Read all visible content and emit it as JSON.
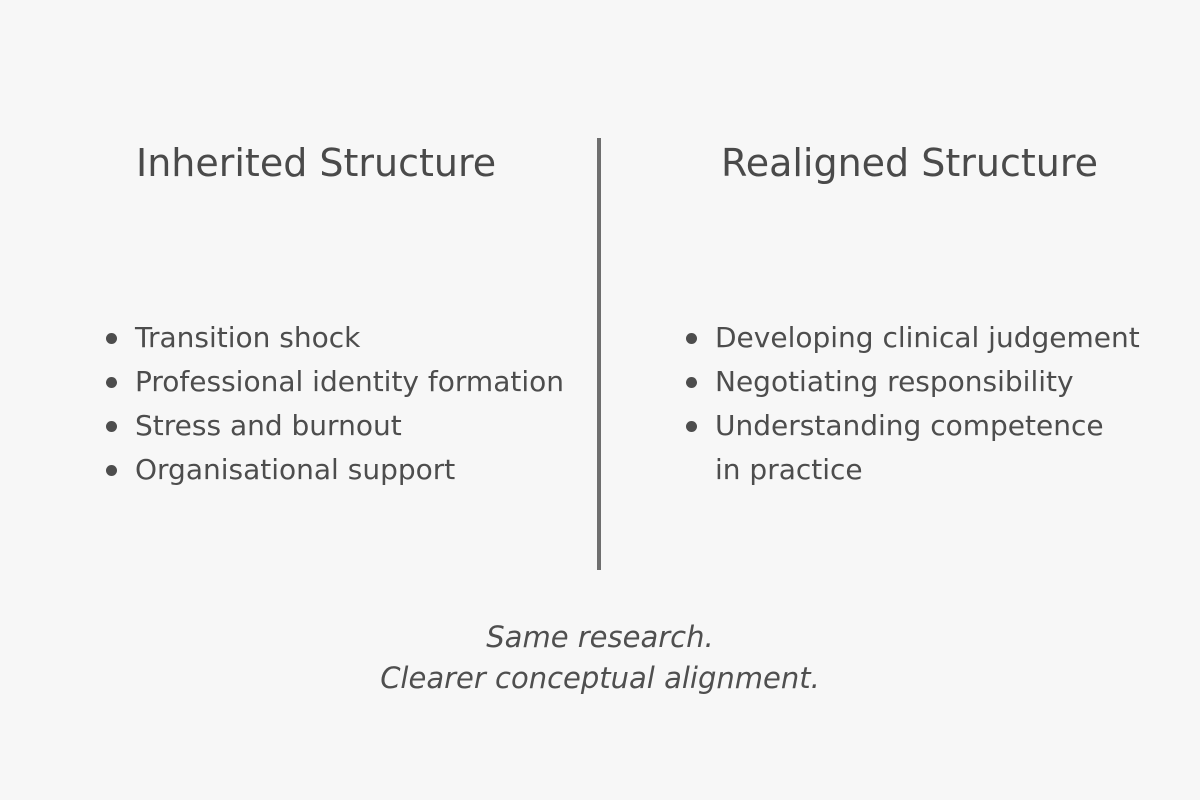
{
  "left": {
    "heading": "Inherited Structure",
    "items": [
      "Transition shock",
      "Professional identity formation",
      "Stress and burnout",
      "Organisational support"
    ]
  },
  "right": {
    "heading": "Realigned Structure",
    "items": [
      "Developing clinical judgement",
      "Negotiating responsibility",
      "Understanding competence"
    ],
    "item_3_continuation": "in practice"
  },
  "caption": {
    "line1": "Same research.",
    "line2": "Clearer conceptual alignment."
  },
  "colors": {
    "background": "#f7f7f7",
    "text": "#4a4a4a",
    "divider": "#6f6f6f"
  }
}
